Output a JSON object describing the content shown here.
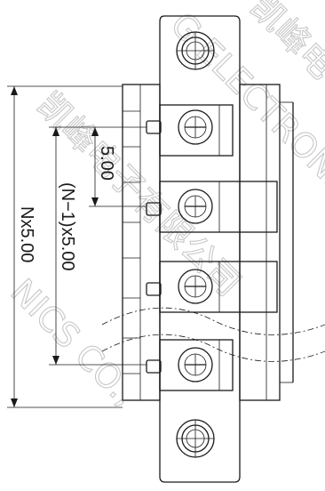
{
  "dimensions": {
    "pitch": "5.00",
    "n_minus_one_pitch": "(N−1)x5.00",
    "n_pitch": "Nx5.00"
  },
  "watermark": {
    "line1": "G ELECTRONICS",
    "line2": "NICS CO.,",
    "cjk1": "凯峰电子有限公司",
    "cjk2": "凯峰电子"
  },
  "icons": [
    "mounting-screw-icon",
    "terminal-screw-icon"
  ]
}
